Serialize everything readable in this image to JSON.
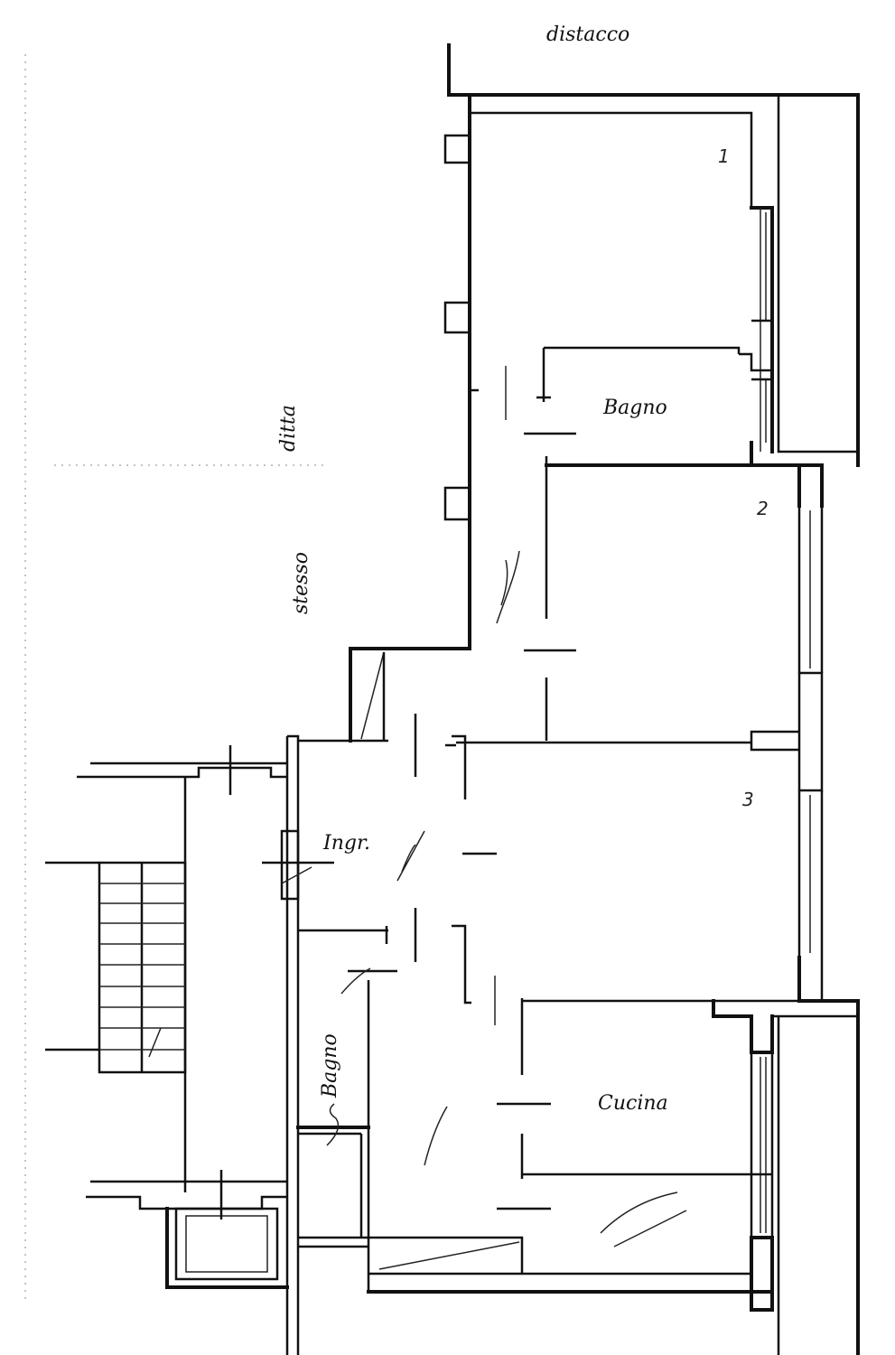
{
  "labels": {
    "distacco": "distacco",
    "ditta": "ditta",
    "stesso": "stesso",
    "bagno_top": "Bagno",
    "bagno_left": "Bagno",
    "ingresso": "Ingr.",
    "cucina": "Cucina",
    "room_1": "1",
    "room_2": "2",
    "room_3": "3"
  }
}
